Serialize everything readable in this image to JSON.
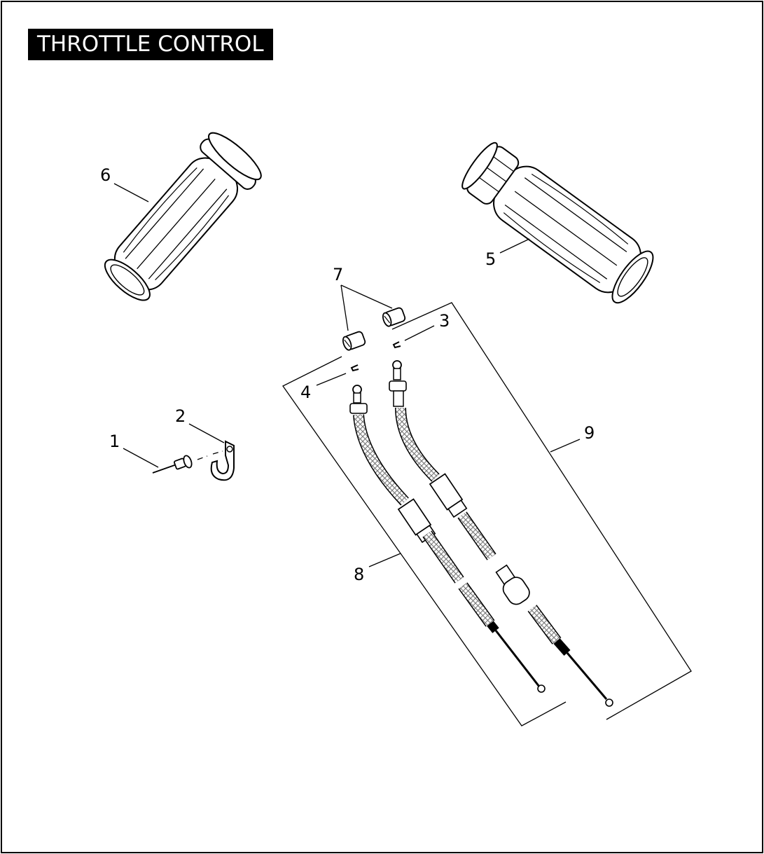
{
  "title": "THROTTLE CONTROL",
  "callouts": [
    {
      "id": "1",
      "label": "1"
    },
    {
      "id": "2",
      "label": "2"
    },
    {
      "id": "3",
      "label": "3"
    },
    {
      "id": "4",
      "label": "4"
    },
    {
      "id": "5",
      "label": "5"
    },
    {
      "id": "6",
      "label": "6"
    },
    {
      "id": "7",
      "label": "7"
    },
    {
      "id": "8",
      "label": "8"
    },
    {
      "id": "9",
      "label": "9"
    }
  ],
  "colors": {
    "ink": "#000000",
    "paper": "#ffffff",
    "braid": "#8a8a8a"
  }
}
